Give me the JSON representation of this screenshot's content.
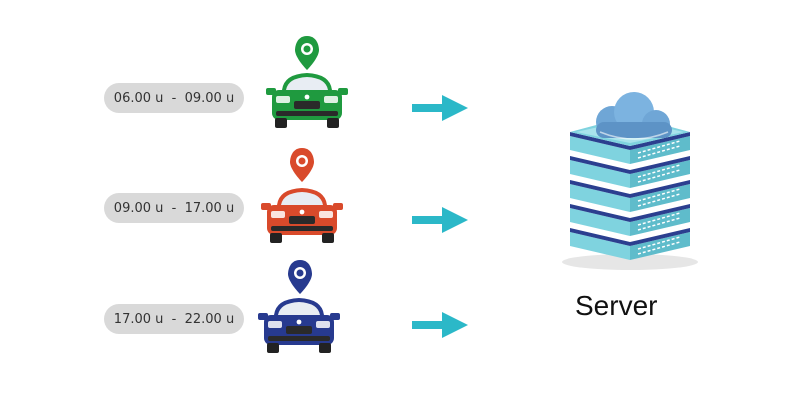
{
  "schedule": [
    {
      "time": "06.00 u  -  09.00 u",
      "color": "#1f9a3f",
      "dark": "#15722d",
      "pin_icon": "map-pin-icon"
    },
    {
      "time": "09.00 u  -  17.00 u",
      "color": "#d94a2b",
      "dark": "#a8341c",
      "pin_icon": "map-pin-icon"
    },
    {
      "time": "17.00 u  -  22.00 u",
      "color": "#273a8f",
      "dark": "#1b2a6b",
      "pin_icon": "map-pin-icon"
    }
  ],
  "arrow_color": "#2bb8c8",
  "server": {
    "label": "Server",
    "icon": "cloud-server-icon",
    "body_color": "#2b3f8f",
    "glass_color": "#7fd3df",
    "cloud_color": "#6fa6d6"
  }
}
